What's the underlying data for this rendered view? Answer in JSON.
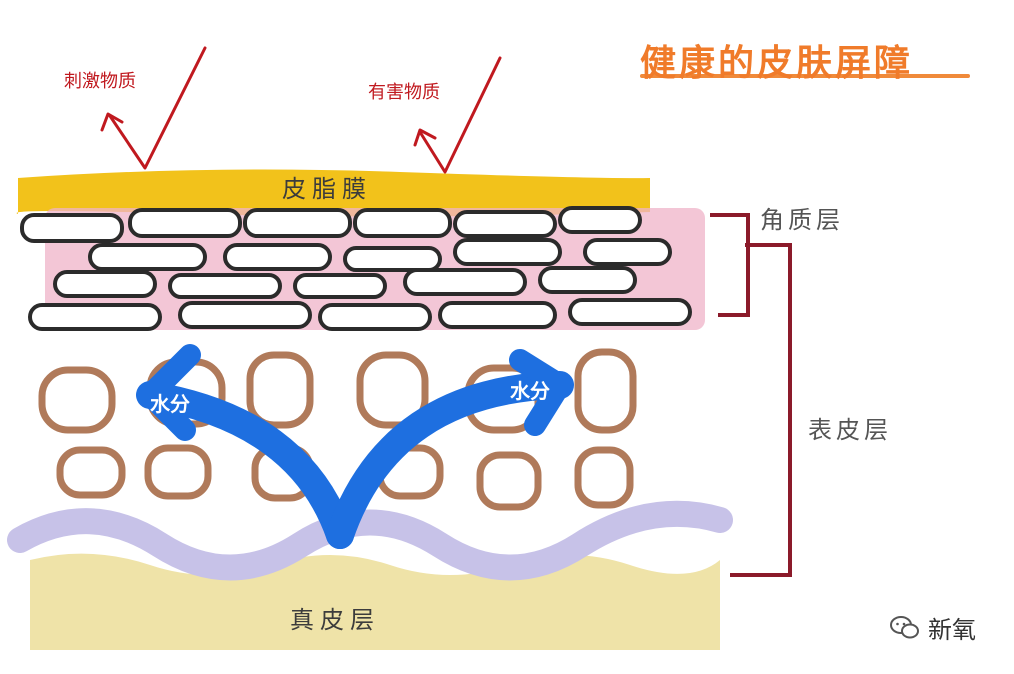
{
  "title": "健康的皮肤屏障",
  "labels": {
    "irritant": "刺激物质",
    "harmful": "有害物质",
    "sebum_film": "皮脂膜",
    "stratum_corneum": "角质层",
    "epidermis": "表皮层",
    "dermis": "真皮层",
    "water_left": "水分",
    "water_right": "水分"
  },
  "watermark": {
    "icon": "wechat-icon",
    "text": "新氧"
  },
  "colors": {
    "title": "#f07b2a",
    "arrow_red": "#c0191f",
    "sebum": "#f2c21b",
    "lipid_pink": "#efb3c8",
    "cell_brown": "#b07a5a",
    "water_blue": "#1e6fe0",
    "dermis_yellow": "#efe3a8",
    "basal_lilac": "#c7c2e8",
    "bracket": "#8b1a2a"
  }
}
